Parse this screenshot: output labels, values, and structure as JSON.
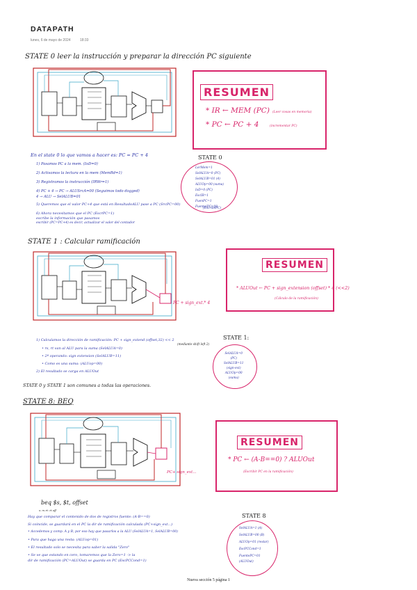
{
  "page": {
    "title": "DATAPATH",
    "date": "lunes, 6 de mayo de 2024",
    "time": "18:33",
    "footer": "Nueva sección 5 página 1"
  },
  "section0": {
    "heading": "STATE 0 leer la instrucción y preparar la dirección PC siguiente",
    "intro": "En el state 0 lo que vamos a hacer es: PC = PC + 4",
    "steps": [
      "1) Pasamos PC a la mem. (IoD=0)",
      "2) Activamos la lectura en la mem (MemRd=1)",
      "3) Registramos la instrucción (IRWr=1)",
      "4) PC + 4 → PC → ALUSrcA=00 (Seguimos todo dogged)",
      "  4 → ALU → SelALUB=01",
      "5) Queremos que el valor PC+4 que está en ResultadoALU pase a PC (SrcPC=00)",
      "6) Ahora necesitamos que el PC (EscrPC=1)",
      "   escribe la información que pasamos",
      "   escribir (PC=PC+4) es decir, actualizar el valor del contador"
    ],
    "resumen": {
      "label": "RESUMEN",
      "line1": "* IR ← MEM (PC)",
      "line1_note": "(Leer cosas en memoria)",
      "line2": "* PC ← PC + 4",
      "line2_note": "(incrementar PC)"
    },
    "state_label": "STATE 0",
    "signals": [
      "LerMem=1",
      "SelALUA=0 (PC)",
      "SelALUB=01 (4)",
      "ALUOp=00 (suma)",
      "IoD=0 (PC)",
      "EscIR=1",
      "FuenPC=1",
      "FuenteiPC=00",
      "(EscribePC)"
    ]
  },
  "section1": {
    "heading": "STATE 1 : Calcular ramificación",
    "steps": [
      "1) Calculamos la dirección de ramificación: PC + sign_extend (offset,32) << 2",
      "  • rs, rt van al ALU para la suma (SelALUA=0)",
      "  • 2º operando: sign extension (SelALUB=11)",
      "  • Como es una suma: (ALUop=00)",
      "2) El resultado se carga en ALUOut"
    ],
    "step_note": "(mediante shift left 2)",
    "annotation": "PC + sign_ext.* 4",
    "resumen": {
      "label": "RESUMEN",
      "line1": "* ALUOut ← PC + sign_extension (offset) * 4 (<<2)",
      "line1_note": "(Cálculo de la ramificación)"
    },
    "state_label": "STATE 1:",
    "signals": [
      "SelALUA=0",
      "(PC)",
      "SelALUB=11",
      "(sign-ext)",
      "ALUOp=00",
      "(suma)"
    ],
    "common": "STATE 0 y STATE 1 son comunes a todas las operaciones."
  },
  "section8": {
    "heading": "STATE 8: BEQ",
    "annotation": "PC+ sign_ext...",
    "instr": "beq $s, $t, offset",
    "instr_fields": "s: rs  rt: rt  off",
    "steps": [
      "Hay que comparar el contenido de dos de registros fuente: (A-B==0)",
      "Si coincide, se guardará en el PC la dir de ramificación calculada (PC+sign_ext...)",
      "• Accedemos y comp. A y B, por eso hay que pasarlos a la ALU (SelALUA=1, SelALUB=00)",
      "• Para que haga una resta: (ALUop=01)",
      "• El resultado solo se necesita para saber la salida \"Zero\"",
      "• Se ve que estando en cero, tomaremos que la Zero=1 -> la",
      "  dir de ramificación (PC=ALUOut) se guarda en PC (EscPCCond=1)"
    ],
    "resumen": {
      "label": "RESUMEN",
      "line1": "* PC ← (A-B==0) ? ALUOut",
      "line1_note": "(Escribir PC en la ramificación)"
    },
    "state_label": "STATE 8",
    "signals": [
      "SelALUA=1 (A)",
      "SelALUB=00 (B)",
      "ALUOp=01 (restar)",
      "EscPCCond=1",
      "FuentePC=01",
      "(ALUOut)"
    ]
  },
  "colors": {
    "ink_blue": "#2a33a8",
    "accent_pink": "#d8246a",
    "ink_black": "#222222",
    "wire_red": "#c0282a",
    "wire_cyan": "#3aa7c9"
  }
}
